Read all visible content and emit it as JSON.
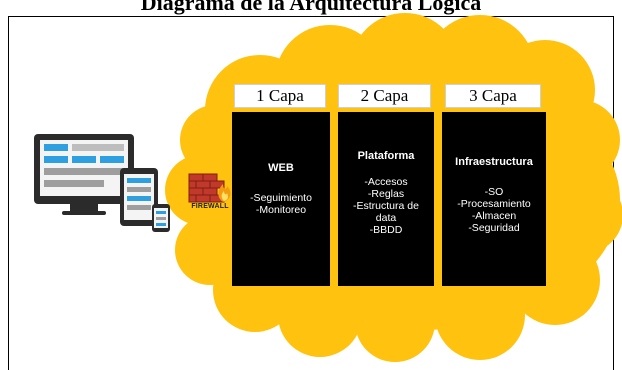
{
  "title": "Diagrama de la Arquitectura Lógica",
  "firewall_label": "FIREWALL",
  "layers": [
    {
      "header": "1 Capa",
      "title": "WEB",
      "items": [
        "-Seguimiento",
        "-Monitoreo"
      ]
    },
    {
      "header": "2 Capa",
      "title": "Plataforma",
      "items": [
        "-Accesos",
        "-Reglas",
        "-Estructura de",
        "data",
        "-BBDD"
      ]
    },
    {
      "header": "3 Capa",
      "title": "Infraestructura",
      "items": [
        "-SO",
        "-Procesamiento",
        "-Almacen",
        "-Seguridad"
      ]
    }
  ],
  "colors": {
    "cloud": "#FFC20E",
    "panel": "#000000",
    "brick": "#C0392B",
    "flame": "#F39C12",
    "screen_blue": "#2E9FE0"
  },
  "icons": {
    "devices": "responsive-devices-icon",
    "firewall": "firewall-icon"
  }
}
